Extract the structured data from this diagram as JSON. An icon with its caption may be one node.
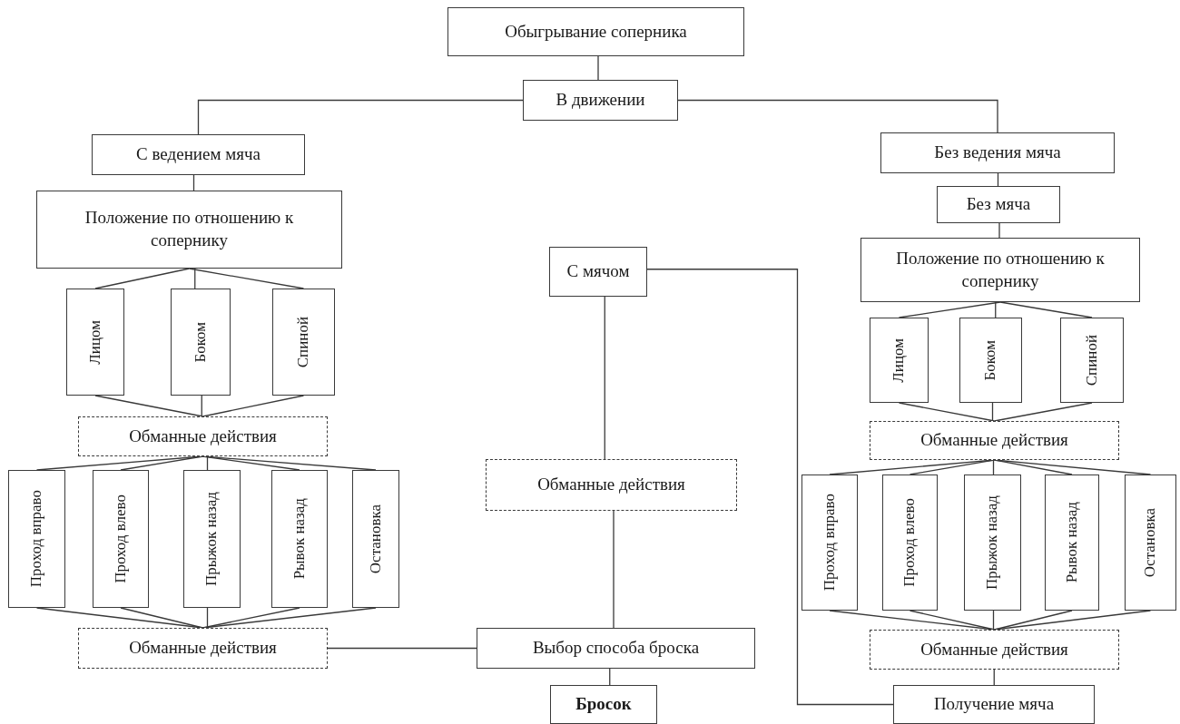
{
  "diagram": {
    "nodes": [
      {
        "text": [
          "Обыгрывание соперника"
        ]
      },
      {
        "text": [
          "В движении"
        ]
      },
      {
        "text": [
          "С ведением мяча"
        ]
      },
      {
        "text": [
          "Без ведения мяча"
        ]
      },
      {
        "text": [
          "Положение по отношению к сопернику"
        ]
      },
      {
        "text": [
          "Лицом"
        ]
      },
      {
        "text": [
          "Боком"
        ]
      },
      {
        "text": [
          "Спиной"
        ]
      },
      {
        "text": [
          "Обманные действия"
        ]
      },
      {
        "text": [
          "Проход вправо"
        ]
      },
      {
        "text": [
          "Проход влево"
        ]
      },
      {
        "text": [
          "Прыжок назад"
        ]
      },
      {
        "text": [
          "Рывок назад"
        ]
      },
      {
        "text": [
          "Остановка"
        ]
      },
      {
        "text": [
          "Обманные действия"
        ]
      },
      {
        "text": [
          "С мячом"
        ]
      },
      {
        "text": [
          "Обманные действия"
        ]
      },
      {
        "text": [
          "Выбор способа броска"
        ]
      },
      {
        "text": [
          "Бросок"
        ]
      },
      {
        "text": [
          "Без мяча"
        ]
      },
      {
        "text": [
          "Положение по отношению к сопернику"
        ]
      },
      {
        "text": [
          "Лицом"
        ]
      },
      {
        "text": [
          "Боком"
        ]
      },
      {
        "text": [
          "Спиной"
        ]
      },
      {
        "text": [
          "Обманные действия"
        ]
      },
      {
        "text": [
          "Проход вправо"
        ]
      },
      {
        "text": [
          "Проход влево"
        ]
      },
      {
        "text": [
          "Прыжок назад"
        ]
      },
      {
        "text": [
          "Рывок назад"
        ]
      },
      {
        "text": [
          "Остановка"
        ]
      },
      {
        "text": [
          "Обманные действия"
        ]
      },
      {
        "text": [
          "Получение мяча"
        ]
      }
    ],
    "edges": [
      {
        "from": 0,
        "to": 1,
        "arrow": "none"
      },
      {
        "from": 1,
        "to": 2,
        "arrow": "none"
      },
      {
        "from": 1,
        "to": 3,
        "arrow": "none"
      },
      {
        "from": 2,
        "to": 4,
        "arrow": "none"
      },
      {
        "from": 4,
        "to": 5,
        "arrow": "none"
      },
      {
        "from": 4,
        "to": 6,
        "arrow": "none"
      },
      {
        "from": 4,
        "to": 7,
        "arrow": "none"
      },
      {
        "from": 5,
        "to": 8,
        "arrow": "none"
      },
      {
        "from": 6,
        "to": 8,
        "arrow": "none"
      },
      {
        "from": 7,
        "to": 8,
        "arrow": "none"
      },
      {
        "from": 8,
        "to": 9,
        "arrow": "none"
      },
      {
        "from": 8,
        "to": 10,
        "arrow": "none"
      },
      {
        "from": 8,
        "to": 11,
        "arrow": "none"
      },
      {
        "from": 8,
        "to": 12,
        "arrow": "none"
      },
      {
        "from": 8,
        "to": 13,
        "arrow": "none"
      },
      {
        "from": 9,
        "to": 14,
        "arrow": "none"
      },
      {
        "from": 10,
        "to": 14,
        "arrow": "none"
      },
      {
        "from": 11,
        "to": 14,
        "arrow": "none"
      },
      {
        "from": 12,
        "to": 14,
        "arrow": "none"
      },
      {
        "from": 13,
        "to": 14,
        "arrow": "none"
      },
      {
        "from": 14,
        "to": 17,
        "arrow": "none"
      },
      {
        "from": 15,
        "to": 16,
        "arrow": "none"
      },
      {
        "from": 16,
        "to": 17,
        "arrow": "none"
      },
      {
        "from": 17,
        "to": 18,
        "arrow": "none"
      },
      {
        "from": 15,
        "to": 31,
        "arrow": "none"
      },
      {
        "from": 3,
        "to": 19,
        "arrow": "none"
      },
      {
        "from": 19,
        "to": 20,
        "arrow": "none"
      },
      {
        "from": 20,
        "to": 21,
        "arrow": "none"
      },
      {
        "from": 20,
        "to": 22,
        "arrow": "none"
      },
      {
        "from": 20,
        "to": 23,
        "arrow": "none"
      },
      {
        "from": 21,
        "to": 24,
        "arrow": "none"
      },
      {
        "from": 22,
        "to": 24,
        "arrow": "none"
      },
      {
        "from": 23,
        "to": 24,
        "arrow": "none"
      },
      {
        "from": 24,
        "to": 25,
        "arrow": "none"
      },
      {
        "from": 24,
        "to": 26,
        "arrow": "none"
      },
      {
        "from": 24,
        "to": 27,
        "arrow": "none"
      },
      {
        "from": 24,
        "to": 28,
        "arrow": "none"
      },
      {
        "from": 24,
        "to": 29,
        "arrow": "none"
      },
      {
        "from": 25,
        "to": 30,
        "arrow": "none"
      },
      {
        "from": 26,
        "to": 30,
        "arrow": "none"
      },
      {
        "from": 27,
        "to": 30,
        "arrow": "none"
      },
      {
        "from": 28,
        "to": 30,
        "arrow": "none"
      },
      {
        "from": 29,
        "to": 30,
        "arrow": "none"
      },
      {
        "from": 30,
        "to": 31,
        "arrow": "none"
      }
    ]
  }
}
